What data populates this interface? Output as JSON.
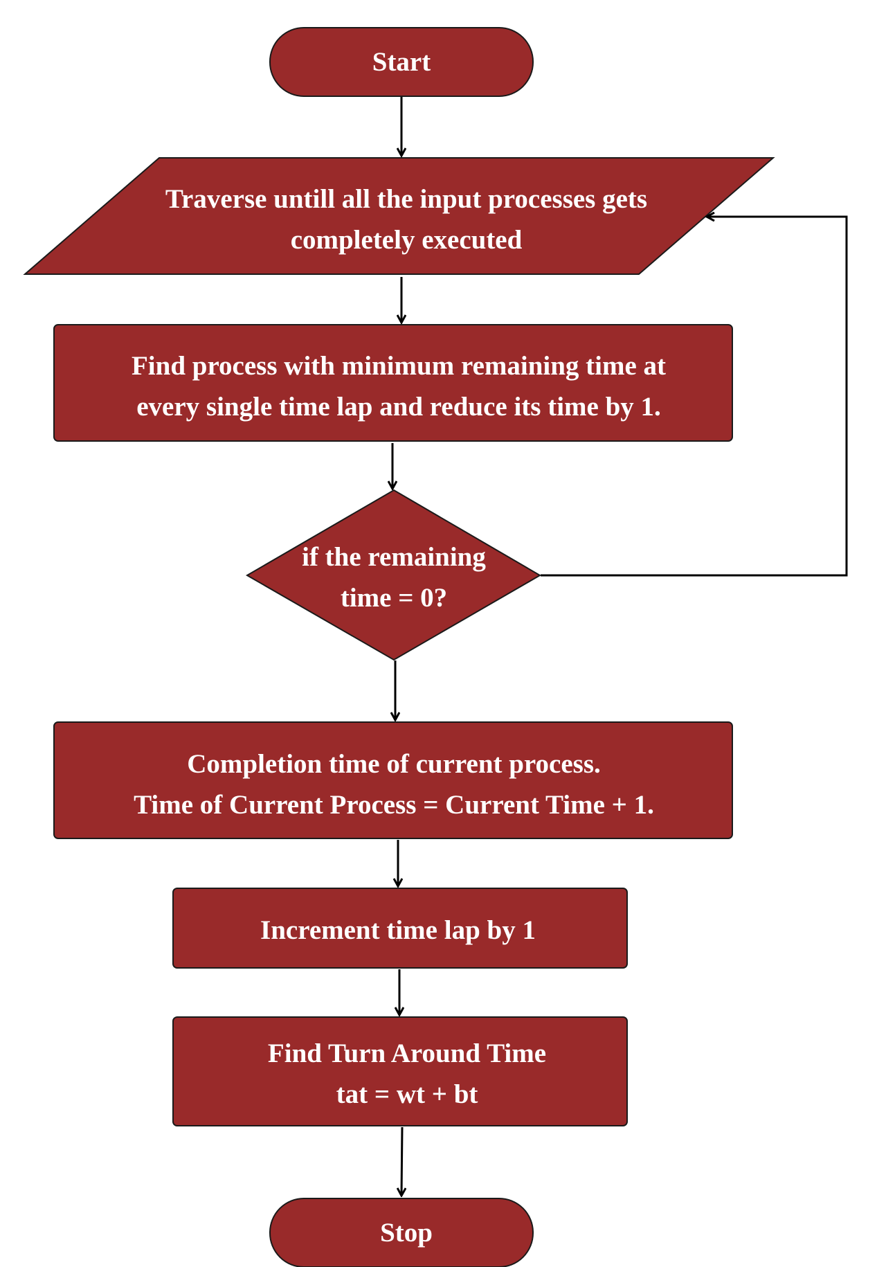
{
  "colors": {
    "node_fill": "#992a2a",
    "node_stroke": "#1a1a1a",
    "text": "#ffffff",
    "connector": "#000000",
    "background": "#ffffff"
  },
  "nodes": {
    "start": {
      "label": "Start"
    },
    "traverse": {
      "line1": "Traverse untill all the input processes gets",
      "line2": "completely executed"
    },
    "find_min": {
      "line1": "Find process with minimum remaining time at",
      "line2": "every single time lap and reduce its time by 1."
    },
    "decision": {
      "line1": "if the remaining",
      "line2": "time = 0?"
    },
    "completion": {
      "line1": "Completion time of current process.",
      "line2": "Time of Current Process = Current Time + 1."
    },
    "increment": {
      "label": "Increment time lap by 1"
    },
    "tat": {
      "line1": "Find Turn Around Time",
      "line2": "tat = wt + bt"
    },
    "stop": {
      "label": "Stop"
    }
  }
}
